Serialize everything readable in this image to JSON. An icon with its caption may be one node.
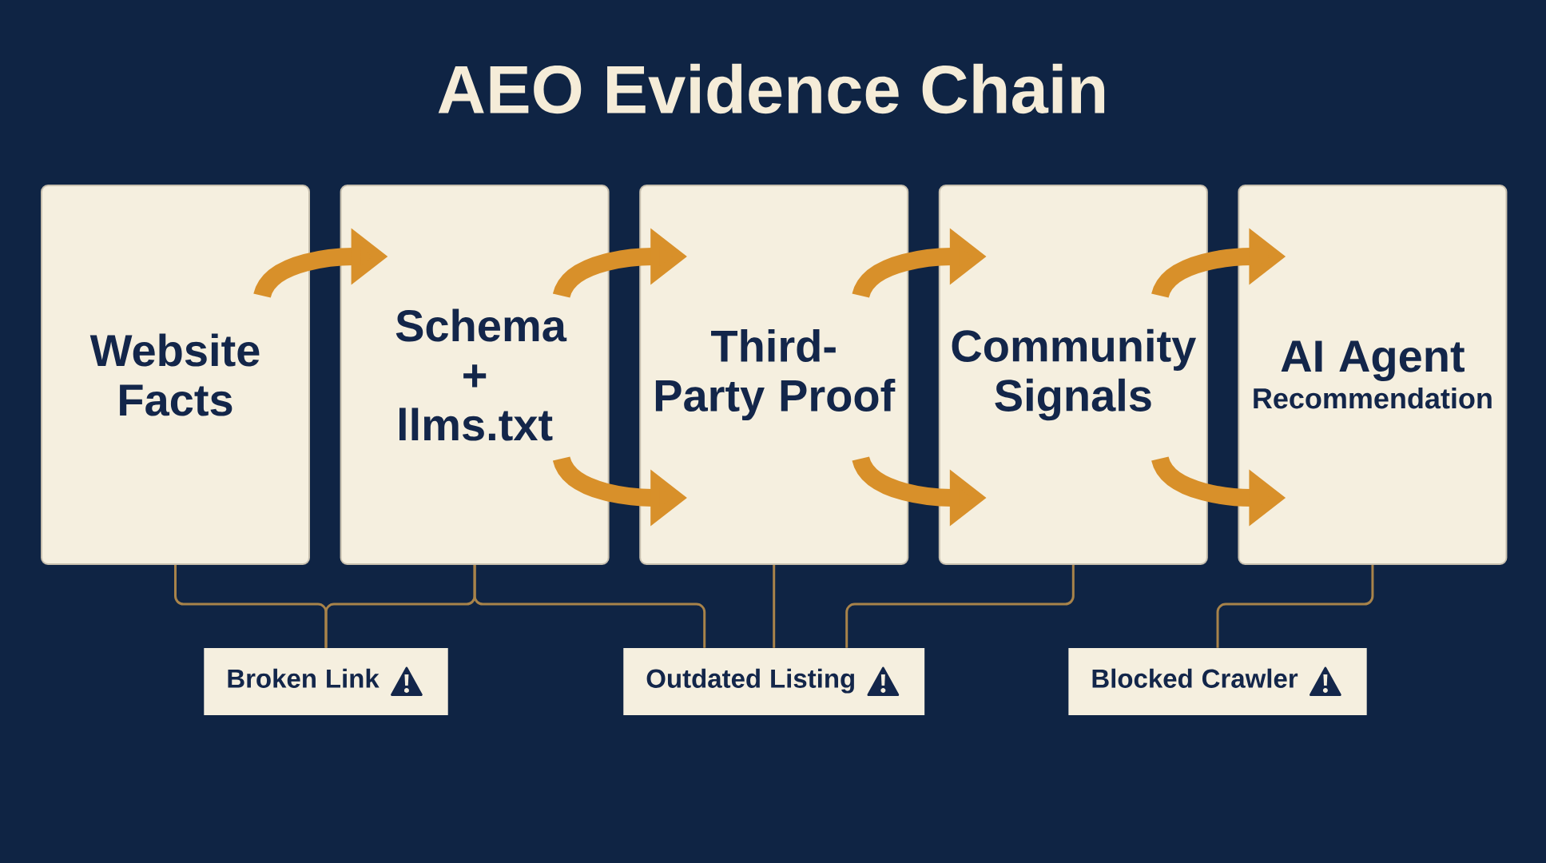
{
  "diagram": {
    "title": "AEO Evidence Chain",
    "nodes": [
      {
        "text": [
          "Website Facts"
        ]
      },
      {
        "text": [
          "Schema + llms.txt"
        ]
      },
      {
        "text": [
          "Third-Party Proof"
        ]
      },
      {
        "text": [
          "Community Signals"
        ]
      },
      {
        "text": [
          "AI Agent",
          "Recommendation"
        ]
      },
      {
        "text": [
          "Broken Link"
        ]
      },
      {
        "text": [
          "Outdated Listing"
        ]
      },
      {
        "text": [
          "Blocked Crawler"
        ]
      }
    ],
    "edges": [
      {
        "from": 0,
        "to": 1,
        "arrow": "to"
      },
      {
        "from": 1,
        "to": 2,
        "arrow": "to"
      },
      {
        "from": 1,
        "to": 2,
        "arrow": "to"
      },
      {
        "from": 2,
        "to": 3,
        "arrow": "to"
      },
      {
        "from": 2,
        "to": 3,
        "arrow": "to"
      },
      {
        "from": 3,
        "to": 4,
        "arrow": "to"
      },
      {
        "from": 3,
        "to": 4,
        "arrow": "to"
      },
      {
        "from": 0,
        "to": 5,
        "arrow": "none",
        "color": "#a8834a"
      },
      {
        "from": 1,
        "to": 5,
        "arrow": "none",
        "color": "#a8834a"
      },
      {
        "from": 1,
        "to": 6,
        "arrow": "none",
        "color": "#a8834a"
      },
      {
        "from": 2,
        "to": 6,
        "arrow": "none",
        "color": "#a8834a"
      },
      {
        "from": 3,
        "to": 6,
        "arrow": "none",
        "color": "#a8834a"
      },
      {
        "from": 4,
        "to": 7,
        "arrow": "none",
        "color": "#a8834a"
      }
    ]
  }
}
